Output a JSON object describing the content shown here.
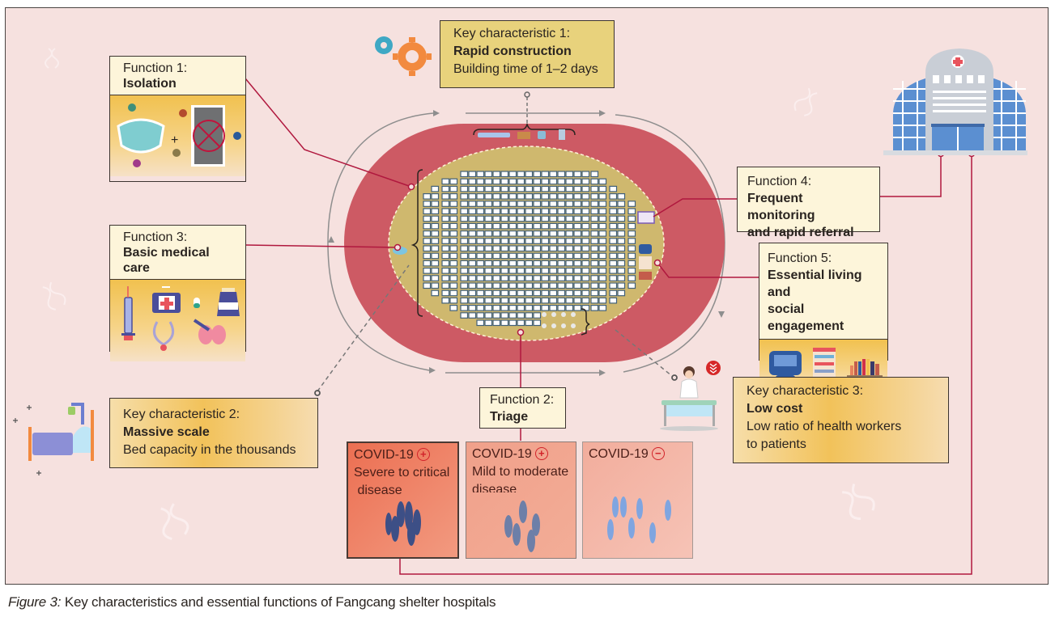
{
  "caption": {
    "figure_label": "Figure 3:",
    "text": " Key characteristics and essential functions of Fangcang shelter hospitals"
  },
  "functions": [
    {
      "id": "function-1",
      "label": "Function 1:",
      "title": "Isolation",
      "icons": [
        "face-mask-icon",
        "plus-sign",
        "no-entry-door-icon",
        "virus-icon"
      ]
    },
    {
      "id": "function-2",
      "label": "Function 2:",
      "title": "Triage"
    },
    {
      "id": "function-3",
      "label": "Function 3:",
      "title": "Basic medical care",
      "icons": [
        "syringe-icon",
        "first-aid-kit-icon",
        "pill-capsule-icon",
        "medicine-bottle-icon",
        "stethoscope-icon",
        "lungs-icon"
      ]
    },
    {
      "id": "function-4",
      "label": "Function 4:",
      "title_line1": "Frequent monitoring",
      "title_line2": "and rapid referral"
    },
    {
      "id": "function-5",
      "label": "Function 5:",
      "title_line1": "Essential living and",
      "title_line2": "social engagement",
      "icons": [
        "tv-monitor-icon",
        "store-shelf-icon",
        "bookshelf-icon"
      ]
    }
  ],
  "key_characteristics": [
    {
      "id": "kc-1",
      "label": "Key characteristic 1:",
      "title": "Rapid construction",
      "detail": "Building time of 1–2 days"
    },
    {
      "id": "kc-2",
      "label": "Key characteristic 2:",
      "title": "Massive scale",
      "detail": "Bed capacity in the thousands"
    },
    {
      "id": "kc-3",
      "label": "Key characteristic 3:",
      "title": "Low cost",
      "detail_line1": "Low ratio of health workers",
      "detail_line2": "to patients"
    }
  ],
  "triage_categories": [
    {
      "id": "severe",
      "name": "COVID-19",
      "sign": "+",
      "line1": "Severe to critical",
      "line2": " disease",
      "color": "#ec7a5e"
    },
    {
      "id": "mild",
      "name": "COVID-19",
      "sign": "+",
      "line1": "Mild to moderate",
      "line2": "disease",
      "color": "#f2a18a"
    },
    {
      "id": "negative",
      "name": "COVID-19",
      "sign": "−",
      "line1": "",
      "line2": "",
      "color": "#f3b3a2"
    }
  ],
  "colors": {
    "background": "#f6e1df",
    "track": "#cd5a64",
    "floor": "#cfb86e",
    "connector": "#b0183e",
    "arrow": "#8a8a8a",
    "box_head": "#fdf5da",
    "hospital_blue": "#5b8fd1"
  },
  "decorations": [
    "gears-icon",
    "hospital-building-icon",
    "hospital-bed-icon",
    "doctor-icon",
    "down-arrows-badge-icon",
    "dna-icon"
  ]
}
